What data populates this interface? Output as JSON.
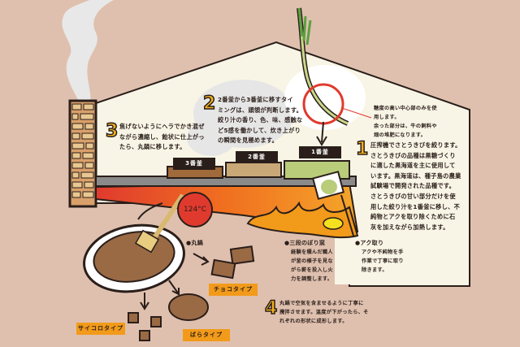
{
  "steps": [
    {
      "num": "1",
      "text_lines": [
        "圧搾機でさとうきびを絞ります。",
        "さとうきびの品種は黒糖づくり",
        "に適した黒海道を主に使用して",
        "います。黒海道は、種子島の農業",
        "試験場で開発された品種です。",
        "さとうきびの甘い部分だけを使",
        "用した絞り汁を1番釜に移し、不",
        "純物とアクを取り除くために石",
        "灰を加えながら加熱します。"
      ]
    },
    {
      "num": "2",
      "text_lines": [
        "2番釜から3番釜に移すタイ",
        "ミングは、頭領が判断します。",
        "絞り汁の香り、色、味、感触な",
        "ど5感を働かして、炊き上がり",
        "の瞬間を見極めます。"
      ]
    },
    {
      "num": "3",
      "text_lines": [
        "焦げないようにヘラでかき混ぜ",
        "ながら濃縮し、飴状に仕上がっ",
        "たら、丸鍋に移します。"
      ]
    },
    {
      "num": "4",
      "text_lines": [
        "丸鍋で空気を含ませるように丁寧に",
        "攪拌させます。温度が下がったら、そ",
        "れぞれの形状に成形します。"
      ]
    }
  ],
  "cane_note": [
    "糖度の高い中心部のみを使",
    "用します。",
    "余った部分は、牛の飼料や",
    "畑の堆肥になります。"
  ],
  "kettles": [
    "1番釜",
    "2番釜",
    "3番釜"
  ],
  "temperature": "124°C",
  "notes": {
    "kiln": {
      "title": "●三段のぼり窯",
      "lines": [
        "経験を積んだ職人",
        "が釜の様子を見な",
        "がら薪を投入し火",
        "力を調整します。"
      ]
    },
    "scum": {
      "title": "●アク取り",
      "lines": [
        "アクや不純物を手",
        "作業で丁寧に取り",
        "除きます。"
      ]
    },
    "pot": {
      "title": "●丸鍋"
    }
  },
  "types": [
    "チョコタイプ",
    "ばらタイプ",
    "サイコロタイプ"
  ],
  "colors": {
    "background": "#dfc0ae",
    "house": "#f8f5e6",
    "outline": "#2a1e1a",
    "accent_orange": "#f29a1a",
    "red": "#e03a2e",
    "step_number": "#f2b21e"
  }
}
